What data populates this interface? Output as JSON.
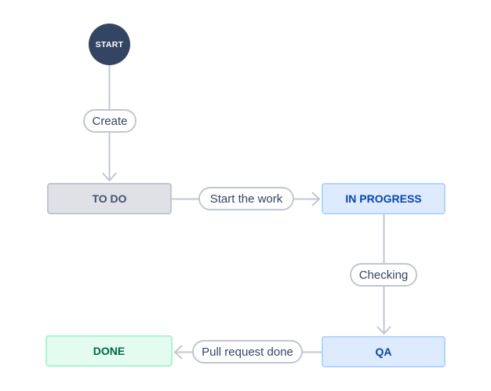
{
  "workflow": {
    "start_node": {
      "label": "START",
      "color": "#344563",
      "text_color": "#ffffff"
    },
    "statuses": [
      {
        "label": "TO DO",
        "category": "todo",
        "bg": "#dfe1e6",
        "border": "#c1c7d0",
        "text": "#42526e"
      },
      {
        "label": "IN PROGRESS",
        "category": "in-progress",
        "bg": "#deebff",
        "border": "#b3d4ff",
        "text": "#0747a6"
      },
      {
        "label": "QA",
        "category": "in-progress",
        "bg": "#deebff",
        "border": "#b3d4ff",
        "text": "#0747a6"
      },
      {
        "label": "DONE",
        "category": "done",
        "bg": "#e3fcef",
        "border": "#abf5d1",
        "text": "#006644"
      }
    ],
    "transitions": [
      {
        "label": "Create",
        "from": "START",
        "to": "TO DO"
      },
      {
        "label": "Start the work",
        "from": "TO DO",
        "to": "IN PROGRESS"
      },
      {
        "label": "Checking",
        "from": "IN PROGRESS",
        "to": "QA"
      },
      {
        "label": "Pull request done",
        "from": "QA",
        "to": "DONE"
      }
    ],
    "connector_color": "#c1c7d0"
  }
}
